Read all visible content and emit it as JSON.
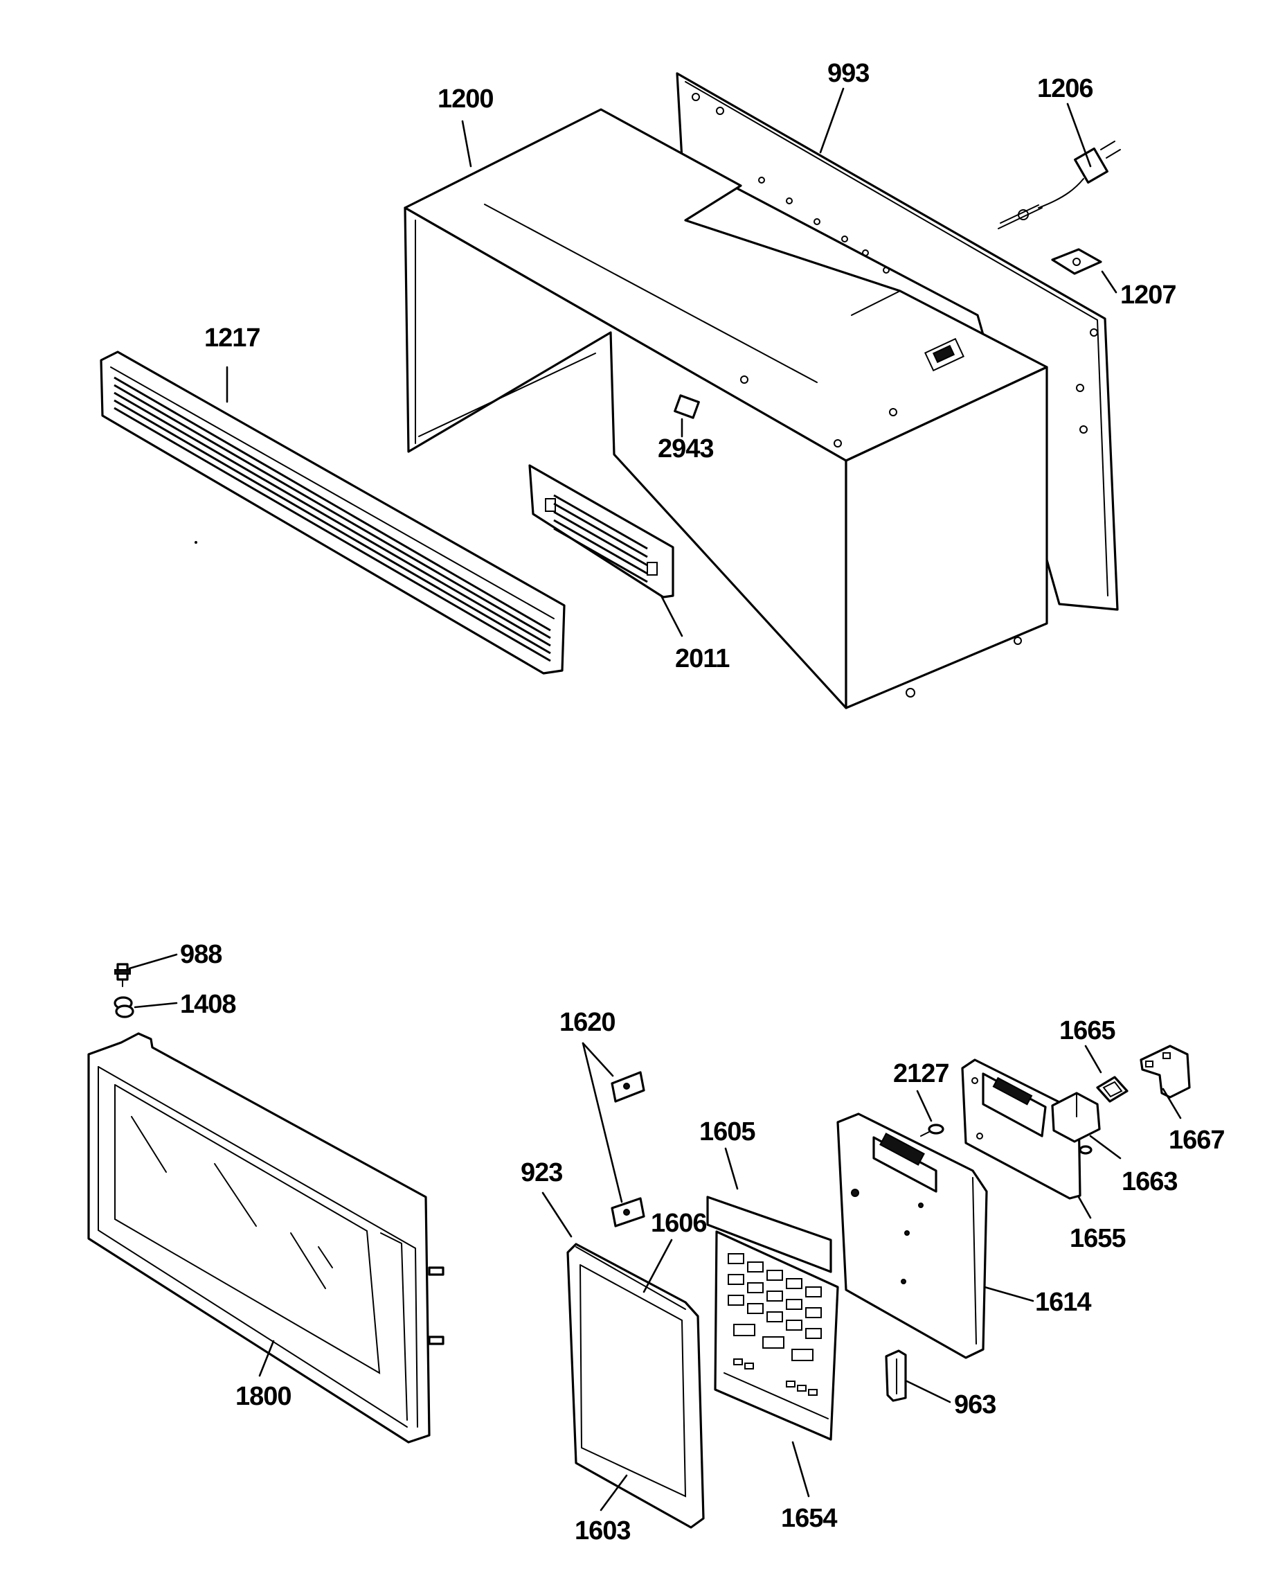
{
  "labels": {
    "l1200": "1200",
    "l993": "993",
    "l1206": "1206",
    "l1207": "1207",
    "l1217": "1217",
    "l2943": "2943",
    "l2011": "2011",
    "l988": "988",
    "l1408": "1408",
    "l1620": "1620",
    "l1605": "1605",
    "l923": "923",
    "l1606": "1606",
    "l2127": "2127",
    "l1665": "1665",
    "l1667": "1667",
    "l1663": "1663",
    "l1655": "1655",
    "l1614": "1614",
    "l963": "963",
    "l1800": "1800",
    "l1603": "1603",
    "l1654": "1654"
  }
}
